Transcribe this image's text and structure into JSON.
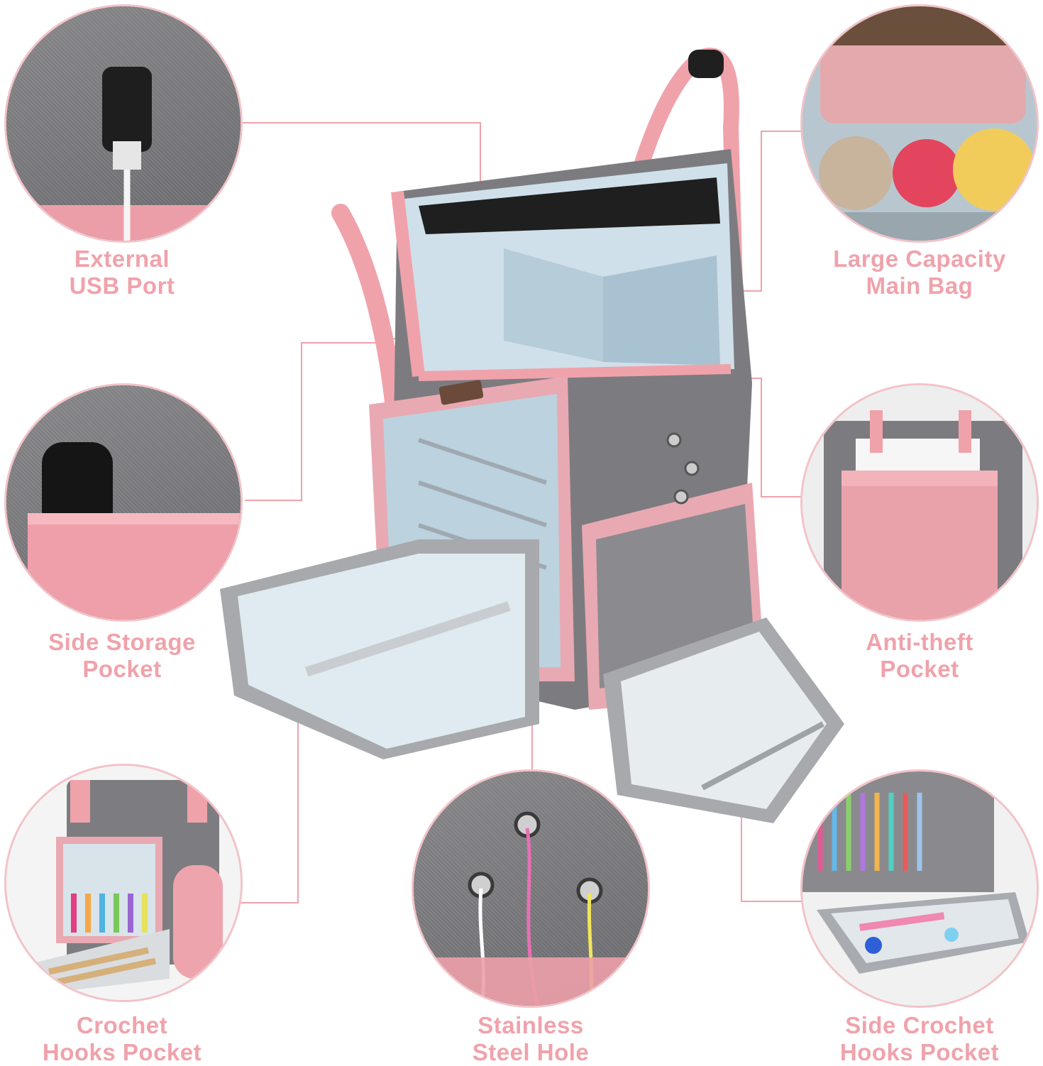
{
  "colors": {
    "accent_pink": "#f0a2ab",
    "circle_border": "#f2c3c8",
    "fabric_gray": "#77777a",
    "lining_blue": "#cfe0ea"
  },
  "features": [
    {
      "id": "usb",
      "line1": "External",
      "line2": "USB Port",
      "icon": "usb-port-icon"
    },
    {
      "id": "capacity",
      "line1": "Large Capacity",
      "line2": "Main Bag",
      "icon": "yarn-compartment-icon"
    },
    {
      "id": "side",
      "line1": "Side Storage",
      "line2": "Pocket",
      "icon": "bottle-pocket-icon"
    },
    {
      "id": "theft",
      "line1": "Anti-theft",
      "line2": "Pocket",
      "icon": "back-pocket-icon"
    },
    {
      "id": "hooks",
      "line1": "Crochet",
      "line2": "Hooks Pocket",
      "icon": "crochet-hooks-icon"
    },
    {
      "id": "steel",
      "line1": "Stainless",
      "line2": "Steel Hole",
      "icon": "grommet-icon"
    },
    {
      "id": "sidehooks",
      "line1": "Side Crochet",
      "line2": "Hooks Pocket",
      "icon": "side-hooks-icon"
    }
  ]
}
